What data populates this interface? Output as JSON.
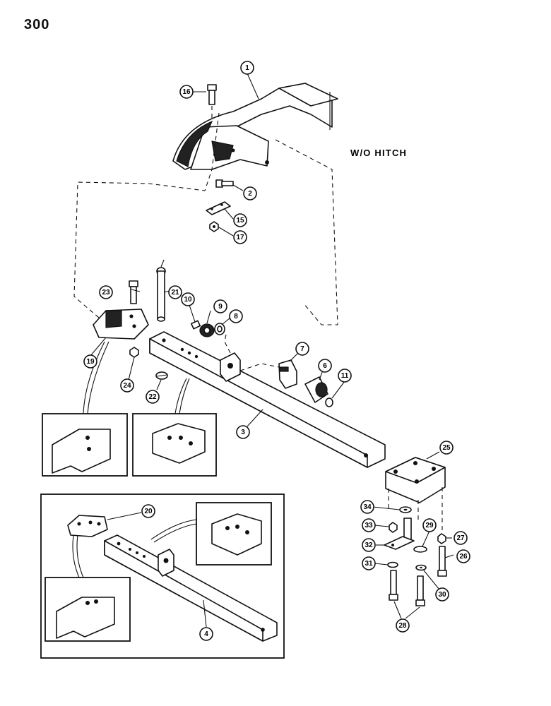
{
  "page_number": "300",
  "caption": "W/O HITCH",
  "callouts": [
    "1",
    "2",
    "3",
    "4",
    "6",
    "7",
    "8",
    "9",
    "10",
    "11",
    "15",
    "16",
    "17",
    "19",
    "20",
    "21",
    "22",
    "23",
    "24",
    "25",
    "26",
    "27",
    "28",
    "29",
    "30",
    "31",
    "32",
    "33",
    "34"
  ]
}
